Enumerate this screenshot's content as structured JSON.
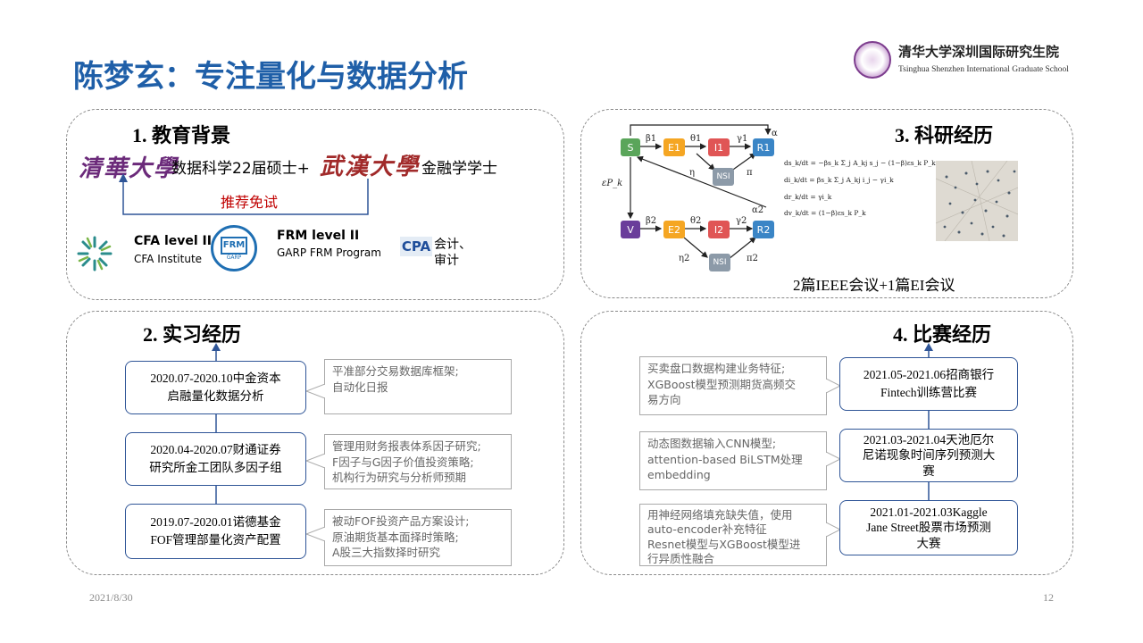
{
  "header": {
    "title": "陈梦玄：专注量化与数据分析",
    "logo_cn": "清华大学深圳国际研究生院",
    "logo_en": "Tsinghua Shenzhen International Graduate School"
  },
  "education": {
    "title": "1. 教育背景",
    "tsinghua_calligraphy": "清華大學",
    "tsinghua_degree": "数据科学22届硕士+",
    "whu_calligraphy": "武漢大學",
    "whu_degree": "金融学学士",
    "recommend": "推荐免试",
    "certs": [
      {
        "title": "CFA level II",
        "sub": "CFA Institute"
      },
      {
        "title": "FRM level II",
        "sub": "GARP FRM Program"
      }
    ],
    "frm_badge": "FRM",
    "frm_badge_sub": "GARP",
    "cpa_badge": "CPA",
    "cpa_text_1": "会计、",
    "cpa_text_2": "审计"
  },
  "research": {
    "title": "3. 科研经历",
    "summary": "2篇IEEE会议+1篇EI会议",
    "nodes": [
      "S",
      "E1",
      "I1",
      "R1",
      "NSI",
      "V",
      "E2",
      "I2",
      "R2",
      "NSI"
    ],
    "edges": [
      "β1",
      "θ1",
      "γ1",
      "α",
      "η",
      "π",
      "εP_k",
      "β2",
      "θ2",
      "γ2",
      "α2",
      "η2",
      "π2"
    ],
    "equations": [
      "ds_k/dt = −βs_k Σ_j A_kj s_j − (1−β)εs_k P_k",
      "di_k/dt = βs_k Σ_j A_kj i_j − γi_k",
      "dr_k/dt = γi_k",
      "dv_k/dt = (1−β)εs_k P_k"
    ]
  },
  "internship": {
    "title": "2. 实习经历",
    "items": [
      {
        "box_line1": "2020.07-2020.10中金资本",
        "box_line2": "启融量化数据分析",
        "note": [
          "平准部分交易数据库框架;",
          "自动化日报"
        ]
      },
      {
        "box_line1": "2020.04-2020.07财通证券",
        "box_line2": "研究所金工团队多因子组",
        "note": [
          "管理用财务报表体系因子研究;",
          "F因子与G因子价值投资策略;",
          "机构行为研究与分析师预期"
        ]
      },
      {
        "box_line1": "2019.07-2020.01诺德基金",
        "box_line2": "FOF管理部量化资产配置",
        "note": [
          "被动FOF投资产品方案设计;",
          "原油期货基本面择时策略;",
          "A股三大指数择时研究"
        ]
      }
    ]
  },
  "competition": {
    "title": "4. 比赛经历",
    "items": [
      {
        "box": [
          "2021.05-2021.06招商银行",
          "Fintech训练营比赛"
        ],
        "note": [
          "买卖盘口数据构建业务特征;",
          "XGBoost模型预测期货高频交",
          "易方向"
        ]
      },
      {
        "box": [
          "2021.03-2021.04天池厄尔",
          "尼诺现象时间序列预测大",
          "赛"
        ],
        "note": [
          "动态图数据输入CNN模型;",
          "attention-based BiLSTM处理",
          "embedding"
        ]
      },
      {
        "box": [
          "2021.01-2021.03Kaggle",
          "Jane Street股票市场预测",
          "大赛"
        ],
        "note": [
          "用神经网络填充缺失值，使用",
          "auto-encoder补充特征",
          "Resnet模型与XGBoost模型进",
          "行异质性融合"
        ]
      }
    ]
  },
  "footer": {
    "date": "2021/8/30",
    "page": "12"
  },
  "colors": {
    "title_blue": "#1f5fa8",
    "box_border": "#2f5597",
    "red_calligraphy": "#a12a2a",
    "purple_calligraphy": "#6b2a7a",
    "recommend_red": "#c00000",
    "node_green": "#5aa55a",
    "node_orange": "#f5a623",
    "node_red": "#e05555",
    "node_blue": "#3a85c6",
    "node_gray": "#8c9aa8",
    "node_purple": "#6a3d9a"
  }
}
